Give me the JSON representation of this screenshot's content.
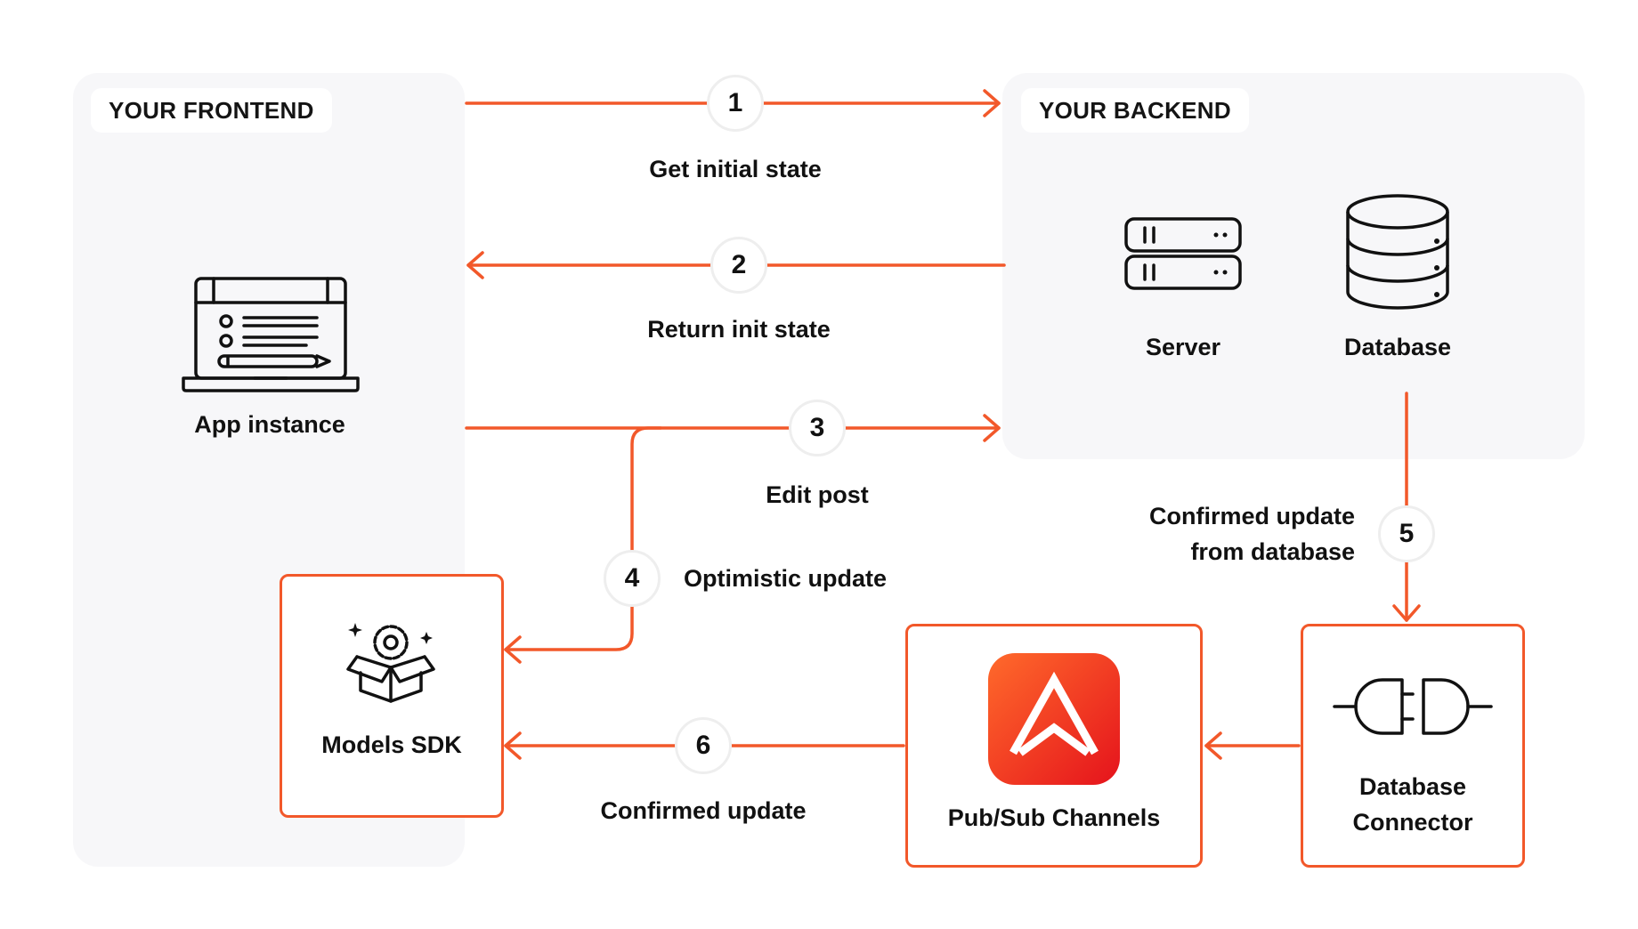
{
  "colors": {
    "accent": "#f2582a",
    "panel_bg": "#f7f7f9",
    "text": "#111111",
    "logo_gradient_start": "#ff6a2b",
    "logo_gradient_end": "#e5131c"
  },
  "frontend": {
    "title": "YOUR FRONTEND",
    "app_label": "App instance",
    "app_icon": "laptop-icon"
  },
  "backend": {
    "title": "YOUR BACKEND",
    "server_label": "Server",
    "server_icon": "server-icon",
    "database_label": "Database",
    "database_icon": "database-icon"
  },
  "nodes": {
    "models_sdk": {
      "label": "Models SDK",
      "icon": "package-gear-icon"
    },
    "pubsub": {
      "label": "Pub/Sub Channels",
      "icon": "ably-logo-icon"
    },
    "connector": {
      "label_line1": "Database",
      "label_line2": "Connector",
      "icon": "plug-connector-icon"
    }
  },
  "steps": [
    {
      "number": "1",
      "label": "Get initial state"
    },
    {
      "number": "2",
      "label": "Return init state"
    },
    {
      "number": "3",
      "label": "Edit post"
    },
    {
      "number": "4",
      "label": "Optimistic update"
    },
    {
      "number": "5",
      "label_line1": "Confirmed update",
      "label_line2": "from database"
    },
    {
      "number": "6",
      "label": "Confirmed update"
    }
  ]
}
